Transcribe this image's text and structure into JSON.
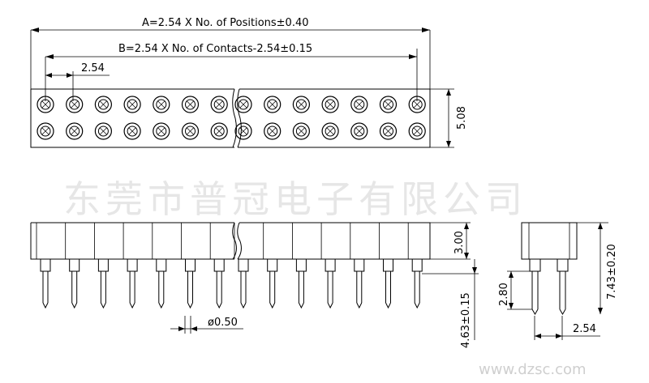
{
  "dimensions": {
    "a_overall": "A=2.54 X No. of Positions±0.40",
    "b_contacts": "B=2.54 X No. of Contacts-2.54±0.15",
    "pitch_top": "2.54",
    "row_spacing": "5.08",
    "body_height": "3.00",
    "pin_diameter": "ø0.50",
    "pin_length": "4.63±0.15",
    "total_height": "7.43±0.20",
    "pin_short": "2.80",
    "pitch_side": "2.54"
  },
  "watermark": "东莞市普冠电子有限公司",
  "footer": "www.dzsc.com",
  "layout_counts": {
    "holes_left_per_row": 7,
    "holes_right_per_row": 7
  }
}
